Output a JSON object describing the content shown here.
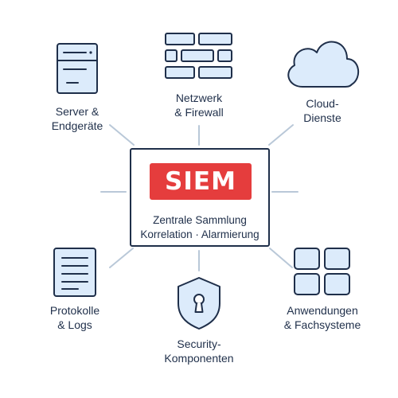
{
  "center": {
    "title": "SIEM",
    "line1": "Zentrale Sammlung",
    "line2": "Korrelation · Alarmierung"
  },
  "nodes": {
    "server": {
      "icon": "server-icon",
      "line1": "Server &",
      "line2": "Endgeräte"
    },
    "network": {
      "icon": "firewall-brick-wall-icon",
      "line1": "Netzwerk",
      "line2": "& Firewall"
    },
    "cloud": {
      "icon": "cloud-icon",
      "line1": "Cloud-",
      "line2": "Dienste"
    },
    "logs": {
      "icon": "document-icon",
      "line1": "Protokolle",
      "line2": "& Logs"
    },
    "security": {
      "icon": "shield-lock-icon",
      "line1": "Security-",
      "line2": "Komponenten"
    },
    "applications": {
      "icon": "app-grid-icon",
      "line1": "Anwendungen",
      "line2": "& Fachsysteme"
    }
  },
  "colors": {
    "outline": "#1f2f4a",
    "icon_fill": "#dcebfb",
    "connector": "#b9c8d8",
    "banner": "#e53d3d"
  }
}
